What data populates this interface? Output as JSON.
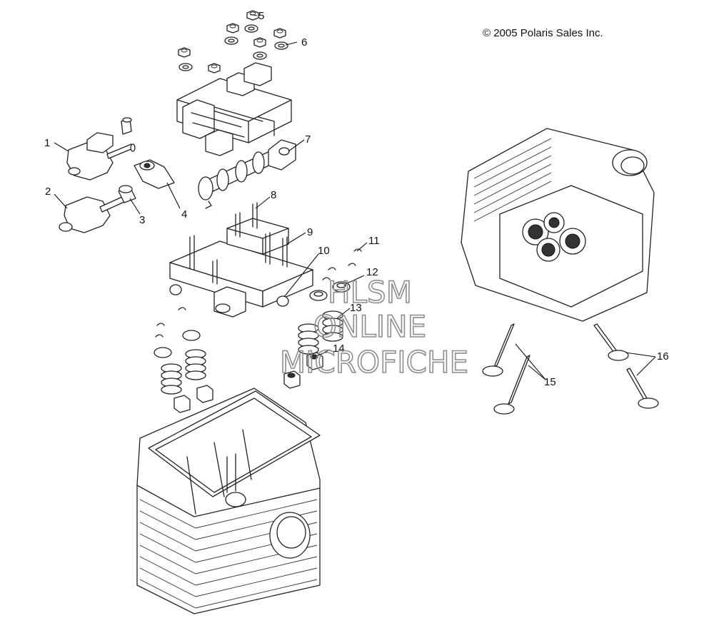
{
  "copyright": "© 2005 Polaris Sales Inc.",
  "watermark": {
    "line1": "HLSM",
    "line2": "ONLINE",
    "line3": "MICROFICHE"
  },
  "callouts": [
    "1",
    "2",
    "3",
    "4",
    "5",
    "6",
    "7",
    "8",
    "9",
    "10",
    "11",
    "12",
    "13",
    "14",
    "15",
    "16"
  ]
}
